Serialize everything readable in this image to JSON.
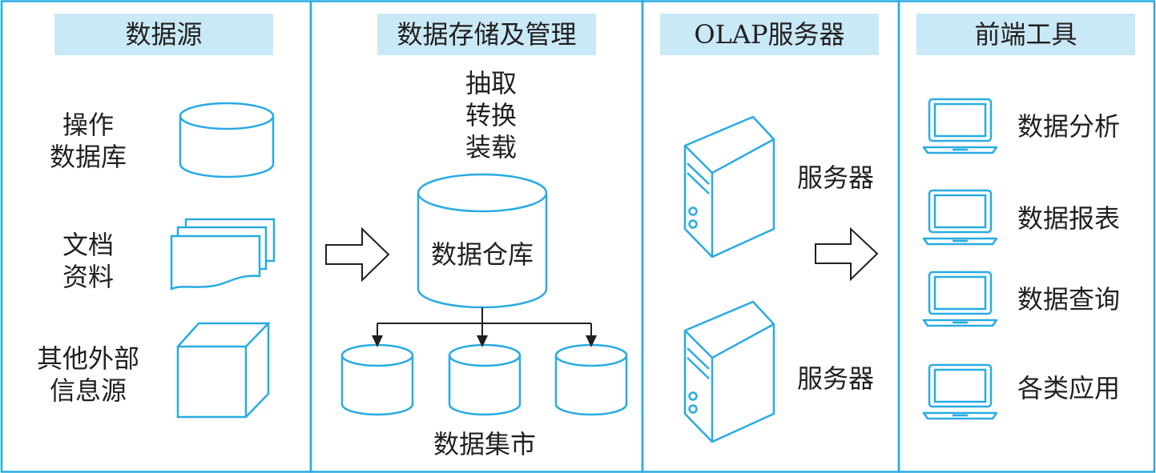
{
  "panels": [
    {
      "title": "数据源"
    },
    {
      "title": "数据存储及管理"
    },
    {
      "title": "OLAP服务器"
    },
    {
      "title": "前端工具"
    }
  ],
  "sources": {
    "database": [
      "操作",
      "数据库"
    ],
    "documents": [
      "文档",
      "资料"
    ],
    "external": [
      "其他外部",
      "信息源"
    ]
  },
  "storage": {
    "etl": [
      "抽取",
      "转换",
      "装载"
    ],
    "warehouse": "数据仓库",
    "marts": "数据集市"
  },
  "olap": {
    "server_top": "服务器",
    "server_bottom": "服务器"
  },
  "tools": {
    "analysis": "数据分析",
    "report": "数据报表",
    "query": "数据查询",
    "apps": "各类应用"
  },
  "colors": {
    "stroke": "#29abe2",
    "title_bg": "#c9e9f6",
    "arrow": "#231f20",
    "text": "#231f20"
  }
}
